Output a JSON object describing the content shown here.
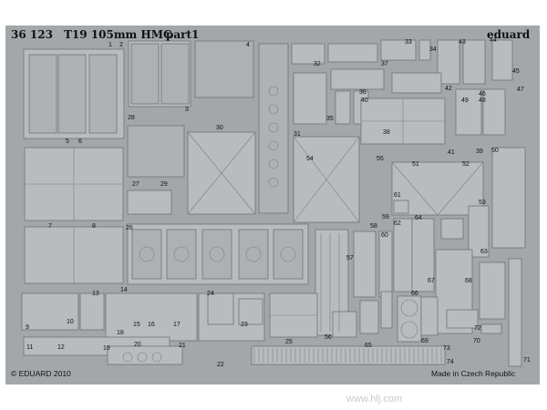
{
  "header": {
    "catalog_number": "36 123",
    "title": "T19 105mm HMC",
    "part": "part1",
    "brand": "eduard"
  },
  "footer": {
    "copyright": "© EDUARD 2010",
    "origin": "Made in Czech Republic"
  },
  "watermark": "www.hlj.com",
  "part_numbers": [
    "1",
    "2",
    "3",
    "4",
    "5",
    "6",
    "7",
    "8",
    "9",
    "10",
    "11",
    "12",
    "13",
    "14",
    "15",
    "16",
    "17",
    "18",
    "19",
    "20",
    "21",
    "22",
    "23",
    "24",
    "25",
    "26",
    "27",
    "28",
    "29",
    "30",
    "31",
    "32",
    "33",
    "34",
    "35",
    "36",
    "37",
    "38",
    "39",
    "40",
    "41",
    "42",
    "43",
    "44",
    "45",
    "46",
    "47",
    "48",
    "49",
    "50",
    "51",
    "52",
    "53",
    "54",
    "55",
    "56",
    "57",
    "58",
    "59",
    "60",
    "61",
    "62",
    "63",
    "64",
    "65",
    "66",
    "67",
    "68",
    "69",
    "70",
    "71",
    "72",
    "73",
    "74"
  ],
  "colors": {
    "fret": "#a3a7aa",
    "edge": "#6f7478",
    "part_fill": "#b8bcbf",
    "label": "#111111"
  }
}
